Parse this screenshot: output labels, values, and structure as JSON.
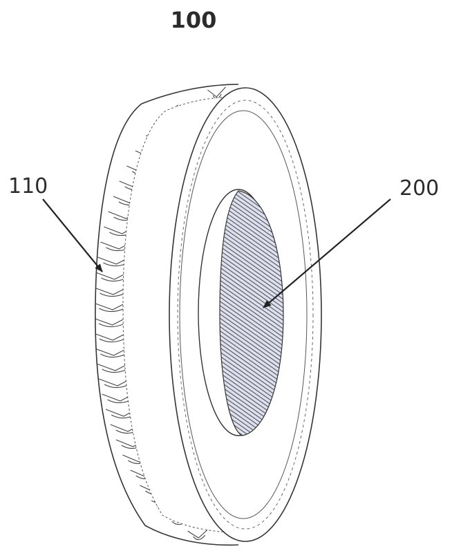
{
  "figure": {
    "title": "100",
    "labels": {
      "tire": "110",
      "hub_insert": "200"
    }
  },
  "colors": {
    "line": "#333333",
    "hatch": "#4a4f66",
    "hatch_bg": "#dfe1ea",
    "text": "#2b2b2b"
  }
}
